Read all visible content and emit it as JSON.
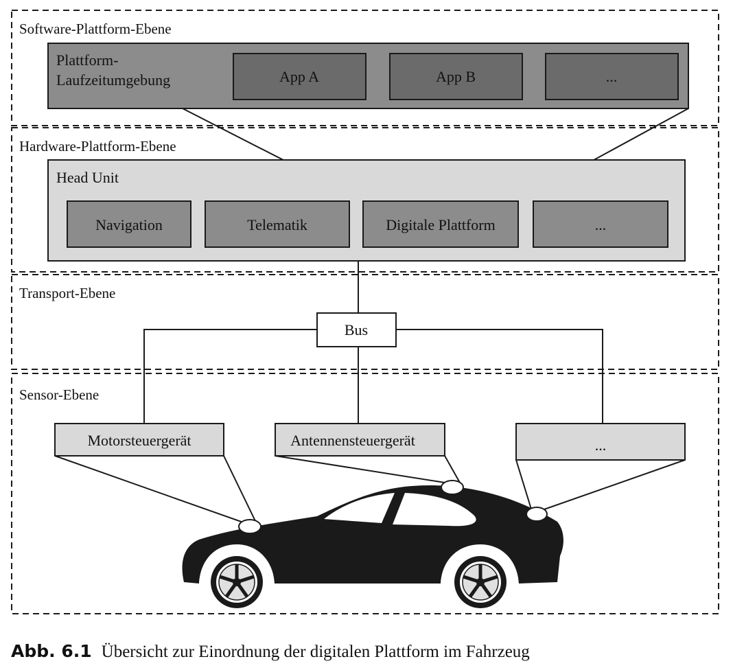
{
  "layers": {
    "software": "Software-Plattform-Ebene",
    "hardware": "Hardware-Plattform-Ebene",
    "transport": "Transport-Ebene",
    "sensor": "Sensor-Ebene"
  },
  "software_platform": {
    "runtime_line1": "Plattform-",
    "runtime_line2": "Laufzeitumgebung",
    "apps": [
      "App A",
      "App B",
      "..."
    ]
  },
  "head_unit": {
    "title": "Head Unit",
    "modules": [
      "Navigation",
      "Telematik",
      "Digitale Plattform",
      "..."
    ]
  },
  "transport": {
    "bus": "Bus"
  },
  "sensors": [
    "Motorsteuergerät",
    "Antennensteuergerät",
    "..."
  ],
  "caption": {
    "label": "Abb. 6.1",
    "text": "Übersicht zur Einordnung der digitalen Plattform im Fahrzeug"
  },
  "colors": {
    "platform_bar": "#8c8c8c",
    "app_box": "#6b6b6b",
    "head_unit": "#d9d9d9",
    "module_box": "#8c8c8c",
    "sensor_box": "#d9d9d9",
    "car": "#1a1a1a",
    "line": "#1a1a1a"
  }
}
